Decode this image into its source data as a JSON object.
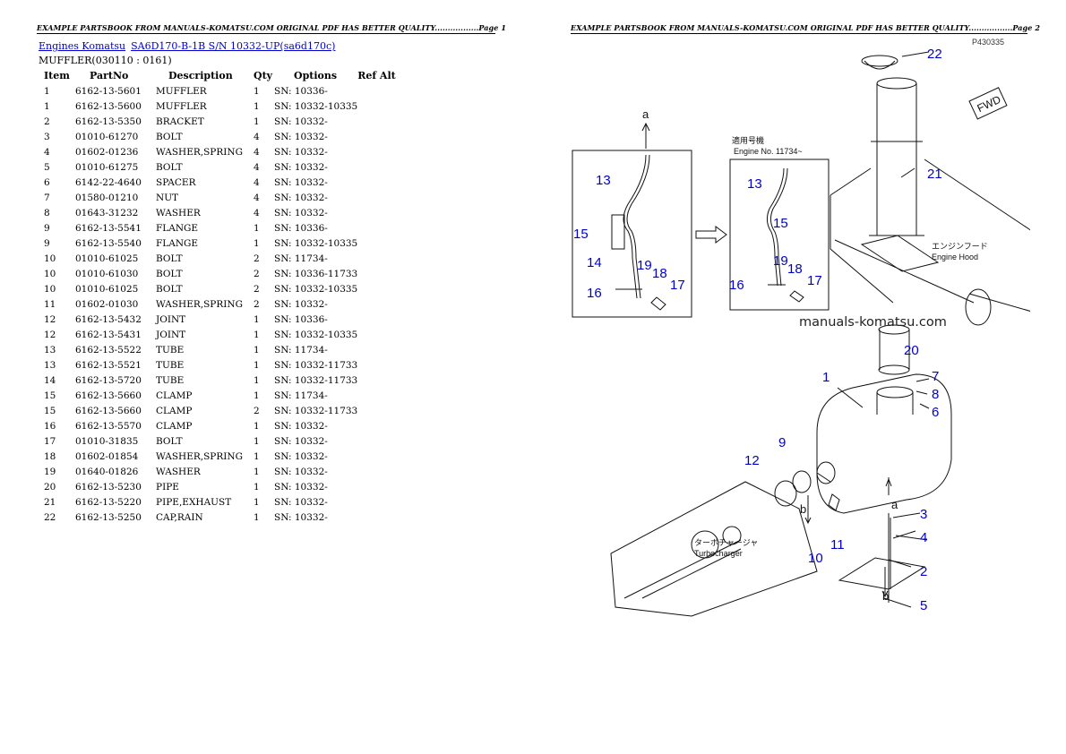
{
  "headers": {
    "left": "EXAMPLE PARTSBOOK FROM MANUALS-KOMATSU.COM ORIGINAL PDF HAS BETTER QUALITY.................Page 1",
    "right": "EXAMPLE PARTSBOOK FROM MANUALS-KOMATSU.COM ORIGINAL PDF HAS BETTER QUALITY.................Page 2"
  },
  "breadcrumb": {
    "link1": "Engines Komatsu",
    "link2": "SA6D170-B-1B S/N 10332-UP(sa6d170c)"
  },
  "section_title": "MUFFLER(030110 : 0161)",
  "table": {
    "headers": [
      "Item",
      "PartNo",
      "Description",
      "Qty",
      "Options",
      "Ref Alt"
    ],
    "rows": [
      [
        "1",
        "6162-13-5601",
        "MUFFLER",
        "1",
        "SN: 10336-"
      ],
      [
        "1",
        "6162-13-5600",
        "MUFFLER",
        "1",
        "SN: 10332-10335"
      ],
      [
        "2",
        "6162-13-5350",
        "BRACKET",
        "1",
        "SN: 10332-"
      ],
      [
        "3",
        "01010-61270",
        "BOLT",
        "4",
        "SN: 10332-"
      ],
      [
        "4",
        "01602-01236",
        "WASHER,SPRING",
        "4",
        "SN: 10332-"
      ],
      [
        "5",
        "01010-61275",
        "BOLT",
        "4",
        "SN: 10332-"
      ],
      [
        "6",
        "6142-22-4640",
        "SPACER",
        "4",
        "SN: 10332-"
      ],
      [
        "7",
        "01580-01210",
        "NUT",
        "4",
        "SN: 10332-"
      ],
      [
        "8",
        "01643-31232",
        "WASHER",
        "4",
        "SN: 10332-"
      ],
      [
        "9",
        "6162-13-5541",
        "FLANGE",
        "1",
        "SN: 10336-"
      ],
      [
        "9",
        "6162-13-5540",
        "FLANGE",
        "1",
        "SN: 10332-10335"
      ],
      [
        "10",
        "01010-61025",
        "BOLT",
        "2",
        "SN: 11734-"
      ],
      [
        "10",
        "01010-61030",
        "BOLT",
        "2",
        "SN: 10336-11733"
      ],
      [
        "10",
        "01010-61025",
        "BOLT",
        "2",
        "SN: 10332-10335"
      ],
      [
        "11",
        "01602-01030",
        "WASHER,SPRING",
        "2",
        "SN: 10332-"
      ],
      [
        "12",
        "6162-13-5432",
        "JOINT",
        "1",
        "SN: 10336-"
      ],
      [
        "12",
        "6162-13-5431",
        "JOINT",
        "1",
        "SN: 10332-10335"
      ],
      [
        "13",
        "6162-13-5522",
        "TUBE",
        "1",
        "SN: 11734-"
      ],
      [
        "13",
        "6162-13-5521",
        "TUBE",
        "1",
        "SN: 10332-11733"
      ],
      [
        "14",
        "6162-13-5720",
        "TUBE",
        "1",
        "SN: 10332-11733"
      ],
      [
        "15",
        "6162-13-5660",
        "CLAMP",
        "1",
        "SN: 11734-"
      ],
      [
        "15",
        "6162-13-5660",
        "CLAMP",
        "2",
        "SN: 10332-11733"
      ],
      [
        "16",
        "6162-13-5570",
        "CLAMP",
        "1",
        "SN: 10332-"
      ],
      [
        "17",
        "01010-31835",
        "BOLT",
        "1",
        "SN: 10332-"
      ],
      [
        "18",
        "01602-01854",
        "WASHER,SPRING",
        "1",
        "SN: 10332-"
      ],
      [
        "19",
        "01640-01826",
        "WASHER",
        "1",
        "SN: 10332-"
      ],
      [
        "20",
        "6162-13-5230",
        "PIPE",
        "1",
        "SN: 10332-"
      ],
      [
        "21",
        "6162-13-5220",
        "PIPE,EXHAUST",
        "1",
        "SN: 10332-"
      ],
      [
        "22",
        "6162-13-5250",
        "CAP,RAIN",
        "1",
        "SN: 10332-"
      ]
    ]
  },
  "diagram": {
    "drawing_id": "P430335",
    "watermark": "manuals-komatsu.com",
    "fwd": "FWD",
    "applicable_jp": "適用号機",
    "engine_no": "Engine No. 11734~",
    "engine_hood_jp": "エンジンフード",
    "engine_hood": "Engine Hood",
    "turbo_jp": "ターボチャージャ",
    "turbo": "Turbocharger",
    "letter_a": "a",
    "letter_b": "b",
    "callouts": {
      "c1": "1",
      "c2": "2",
      "c3": "3",
      "c4": "4",
      "c5": "5",
      "c6": "6",
      "c7": "7",
      "c8": "8",
      "c9": "9",
      "c10": "10",
      "c11": "11",
      "c12": "12",
      "c13a": "13",
      "c13b": "13",
      "c14": "14",
      "c15a": "15",
      "c15b": "15",
      "c16a": "16",
      "c16b": "16",
      "c17a": "17",
      "c17b": "17",
      "c18a": "18",
      "c18b": "18",
      "c19a": "19",
      "c19b": "19",
      "c20": "20",
      "c21": "21",
      "c22": "22"
    },
    "callout_color": "#0000cc"
  }
}
